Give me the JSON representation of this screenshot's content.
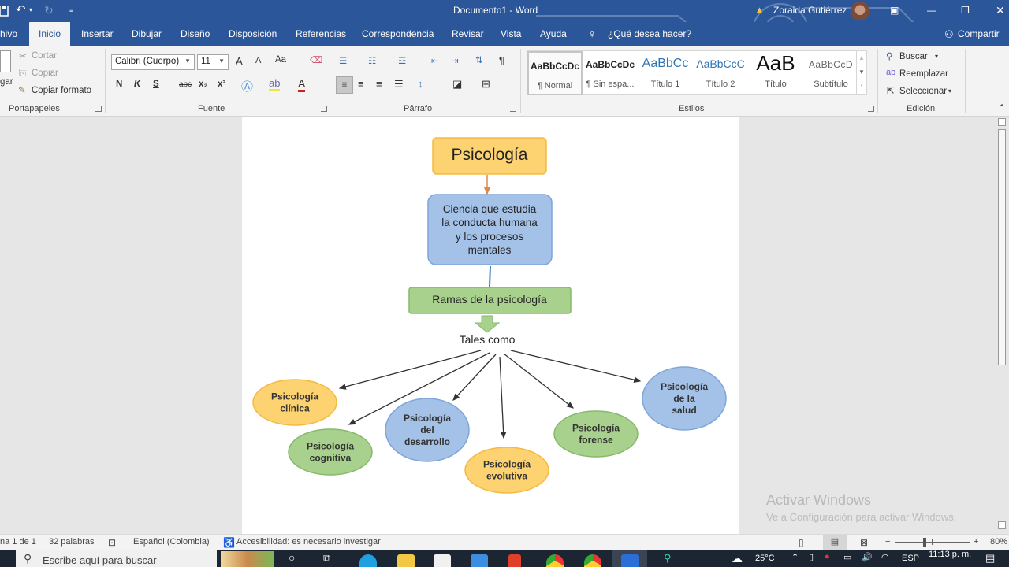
{
  "titlebar": {
    "doc_title": "Documento1 - Word",
    "user_name": "Zoraida Gutiérrez",
    "warning_icon": "warning-icon",
    "quick_access": [
      "save-icon",
      "undo-icon",
      "redo-icon",
      "customize-icon"
    ],
    "window_controls": [
      "ribbon-display-icon",
      "minimize-icon",
      "restore-icon",
      "close-icon"
    ]
  },
  "tabs": [
    {
      "label": "hivo"
    },
    {
      "label": "Inicio",
      "active": true
    },
    {
      "label": "Insertar"
    },
    {
      "label": "Dibujar"
    },
    {
      "label": "Diseño"
    },
    {
      "label": "Disposición"
    },
    {
      "label": "Referencias"
    },
    {
      "label": "Correspondencia"
    },
    {
      "label": "Revisar"
    },
    {
      "label": "Vista"
    },
    {
      "label": "Ayuda"
    }
  ],
  "tell_me": "¿Qué desea hacer?",
  "share": "Compartir",
  "ribbon": {
    "clipboard": {
      "paste": "gar",
      "cut": "Cortar",
      "copy": "Copiar",
      "format_painter": "Copiar formato",
      "label": "Portapapeles"
    },
    "font": {
      "font_name": "Calibri (Cuerpo)",
      "font_size": "11",
      "grow": "A",
      "shrink": "A",
      "change_case": "Aa",
      "bold": "N",
      "italic": "K",
      "underline": "S",
      "strike": "abc",
      "subscript": "x₂",
      "superscript": "x²",
      "label": "Fuente"
    },
    "paragraph": {
      "label": "Párrafo"
    },
    "styles": {
      "items": [
        {
          "sample": "AaBbCcDc",
          "name": "¶ Normal"
        },
        {
          "sample": "AaBbCcDc",
          "name": "¶ Sin espa..."
        },
        {
          "sample": "AaBbCc",
          "name": "Título 1"
        },
        {
          "sample": "AaBbCcC",
          "name": "Título 2"
        },
        {
          "sample": "AaB",
          "name": "Título"
        },
        {
          "sample": "AaBbCcD",
          "name": "Subtítulo"
        }
      ],
      "label": "Estilos"
    },
    "editing": {
      "find": "Buscar",
      "replace": "Reemplazar",
      "select": "Seleccionar",
      "label": "Edición"
    }
  },
  "diagram": {
    "title": "Psicología",
    "definition": [
      "Ciencia que estudia",
      "la conducta humana",
      "y los procesos",
      "mentales"
    ],
    "branches_label": "Ramas de la psicología",
    "connector": "Tales como",
    "branches": [
      {
        "lines": [
          "Psicología",
          "clínica"
        ],
        "color": "orange"
      },
      {
        "lines": [
          "Psicología",
          "cognitiva"
        ],
        "color": "green"
      },
      {
        "lines": [
          "Psicología",
          "del",
          "desarrollo"
        ],
        "color": "blue"
      },
      {
        "lines": [
          "Psicología",
          "evolutiva"
        ],
        "color": "orange"
      },
      {
        "lines": [
          "Psicología",
          "forense"
        ],
        "color": "green"
      },
      {
        "lines": [
          "Psicología",
          "de la",
          "salud"
        ],
        "color": "blue"
      }
    ],
    "colors": {
      "orange_fill": "#fdd270",
      "orange_stroke": "#f5b942",
      "blue_fill": "#a4c2e8",
      "blue_stroke": "#7ea6d8",
      "green_fill": "#a9d18e",
      "green_stroke": "#86b96a"
    }
  },
  "watermark": {
    "title": "Activar Windows",
    "subtitle": "Ve a Configuración para activar Windows."
  },
  "statusbar": {
    "page": "na 1 de 1",
    "words": "32 palabras",
    "language": "Español (Colombia)",
    "accessibility": "Accesibilidad: es necesario investigar",
    "zoom": "80%",
    "zoom_fraction": 0.4
  },
  "taskbar": {
    "search_placeholder": "Escribe aquí para buscar",
    "weather": "25°C",
    "lang": "ESP",
    "time": "11:13 p. m."
  },
  "accent": "#2b579a"
}
